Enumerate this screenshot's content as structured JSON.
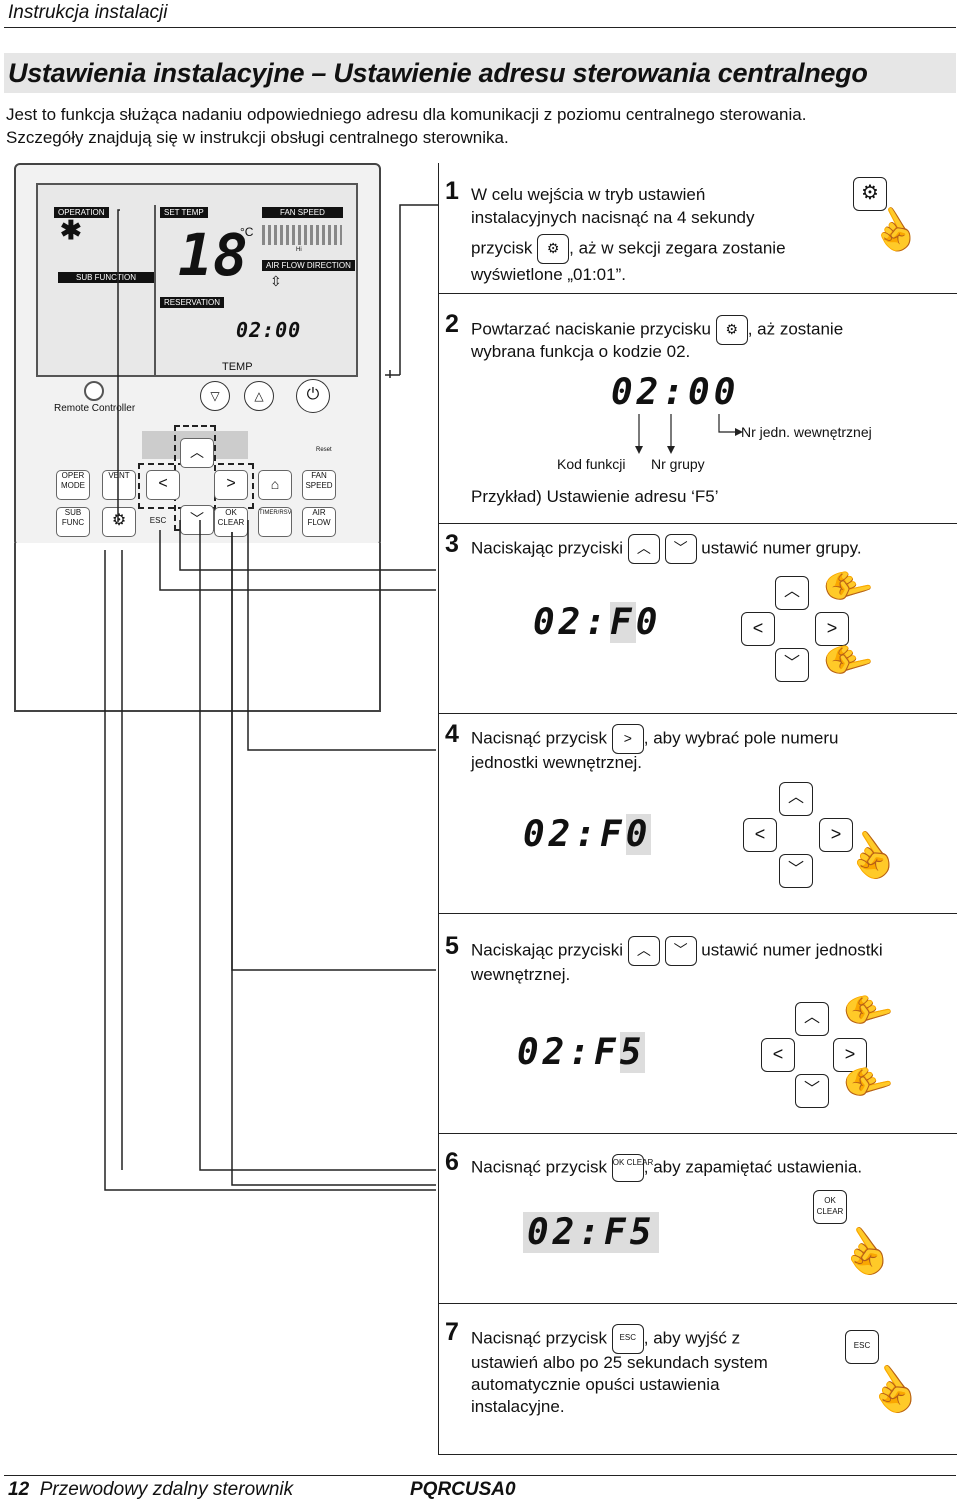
{
  "header": {
    "section": "Instrukcja instalacji"
  },
  "title": "Ustawienia instalacyjne – Ustawienie adresu sterowania centralnego",
  "intro": [
    "Jest to funkcja służąca nadaniu odpowiedniego adresu dla komunikacji z poziomu centralnego sterowania.",
    "Szczegóły znajdują się w instrukcji obsługi centralnego sterownika."
  ],
  "remote": {
    "labels": {
      "operation": "OPERATION",
      "set_temp": "SET TEMP",
      "fan_speed": "FAN SPEED",
      "sub_function": "SUB FUNCTION",
      "air_flow": "AIR FLOW DIRECTION",
      "reservation": "RESERVATION",
      "hi": "Hi",
      "temp": "TEMP",
      "name": "Remote Controller",
      "reset": "Reset"
    },
    "display": {
      "temp_value": "18",
      "unit": "°C",
      "clock": "02:00"
    },
    "keys": {
      "oper_mode": "OPER MODE",
      "vent": "VENT",
      "fan_speed": "FAN SPEED",
      "sub_func": "SUB FUNC",
      "esc": "ESC",
      "ok_clear": "OK CLEAR",
      "timer": "TIMER/RSV",
      "air_flow": "AIR FLOW"
    }
  },
  "steps": [
    {
      "num": "1",
      "lines": [
        "W celu wejścia w tryb ustawień",
        "instalacyjnych nacisnąć na 4 sekundy",
        "przycisk",
        "wyświetlone „01:01”."
      ],
      "after_button": ", aż w sekcji zegara zostanie"
    },
    {
      "num": "2",
      "text_a": "Powtarzać naciskanie przycisku",
      "text_b": ", aż zostanie",
      "line2": "wybrana funkcja o kodzie 02.",
      "display": "02:00",
      "label_unit": "Nr jedn. wewnętrznej",
      "label_func": "Kod funkcji",
      "label_group": "Nr grupy",
      "example": "Przykład) Ustawienie adresu ‘F5’"
    },
    {
      "num": "3",
      "text_a": "Naciskając przyciski",
      "text_b": "ustawić numer grupy.",
      "display_a": "02:",
      "display_b": "F",
      "display_c": "0"
    },
    {
      "num": "4",
      "text_a": "Nacisnąć przycisk",
      "text_b": ", aby  wybrać pole numeru",
      "line2": "jednostki wewnętrznej.",
      "display_a": "02:F",
      "display_b": "0"
    },
    {
      "num": "5",
      "text_a": "Naciskając przyciski",
      "text_b": "ustawić numer jednostki",
      "line2": "wewnętrznej.",
      "display_a": "02:F",
      "display_b": "5"
    },
    {
      "num": "6",
      "text_a": "Nacisnąć przycisk",
      "text_b": ", aby zapamiętać ustawienia.",
      "display": "02:F5",
      "btn": "OK CLEAR"
    },
    {
      "num": "7",
      "text_a": "Nacisnąć przycisk",
      "text_b": ", aby wyjść z",
      "lines": [
        "ustawień albo po 25 sekundach system",
        "automatycznie opuści ustawienia",
        "instalacyjne."
      ],
      "btn": "ESC"
    }
  ],
  "footer": {
    "page": "12",
    "title": "Przewodowy zdalny sterownik",
    "model": "PQRCUSA0"
  },
  "icons": {
    "setting": "gear-icon",
    "up": "chevron-up-icon",
    "down": "chevron-down-icon",
    "left": "chevron-left-icon",
    "right": "chevron-right-icon",
    "hand": "pointing-hand-icon"
  }
}
